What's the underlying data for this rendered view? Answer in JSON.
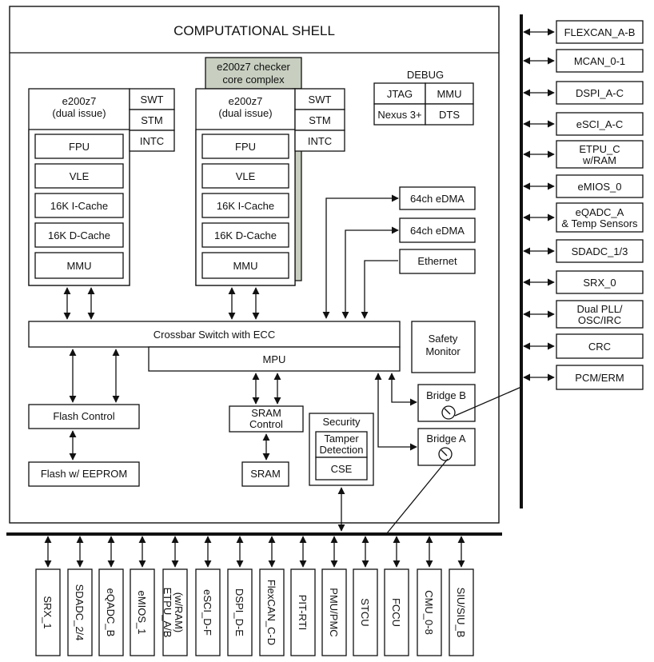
{
  "shell": {
    "title": "COMPUTATIONAL SHELL"
  },
  "checker": {
    "line1": "e200z7 checker",
    "line2": "core complex"
  },
  "core1": {
    "title1": "e200z7",
    "title2": "(dual issue)",
    "blocks": [
      "FPU",
      "VLE",
      "16K I-Cache",
      "16K D-Cache",
      "MMU"
    ],
    "side": [
      "SWT",
      "STM",
      "INTC"
    ]
  },
  "core2": {
    "title1": "e200z7",
    "title2": "(dual issue)",
    "blocks": [
      "FPU",
      "VLE",
      "16K I-Cache",
      "16K D-Cache",
      "MMU"
    ],
    "side": [
      "SWT",
      "STM",
      "INTC"
    ]
  },
  "debug": {
    "title": "DEBUG",
    "cells": [
      "JTAG",
      "MMU",
      "Nexus 3+",
      "DTS"
    ]
  },
  "dma": [
    "64ch eDMA",
    "64ch eDMA",
    "Ethernet"
  ],
  "crossbar": "Crossbar Switch with ECC",
  "mpu": "MPU",
  "safety": {
    "line1": "Safety",
    "line2": "Monitor"
  },
  "bridge_b": "Bridge B",
  "bridge_a": "Bridge A",
  "flash_control": "Flash Control",
  "flash_eeprom": "Flash w/ EEPROM",
  "sram_control": {
    "line1": "SRAM",
    "line2": "Control"
  },
  "sram": "SRAM",
  "security": {
    "title": "Security",
    "tamper1": "Tamper",
    "tamper2": "Detection",
    "cse": "CSE"
  },
  "right_periph": [
    [
      "FLEXCAN_A-B"
    ],
    [
      "MCAN_0-1"
    ],
    [
      "DSPI_A-C"
    ],
    [
      "eSCI_A-C"
    ],
    [
      "ETPU_C",
      "w/RAM"
    ],
    [
      "eMIOS_0"
    ],
    [
      "eQADC_A",
      "& Temp Sensors"
    ],
    [
      "SDADC_1/3"
    ],
    [
      "SRX_0"
    ],
    [
      "Dual PLL/",
      "OSC/IRC"
    ],
    [
      "CRC"
    ],
    [
      "PCM/ERM"
    ]
  ],
  "bottom_periph": [
    [
      "SRX_1"
    ],
    [
      "SDADC_2/4"
    ],
    [
      "eQADC_B"
    ],
    [
      "eMIOS_1"
    ],
    [
      "ETPU_A/B",
      "(w/RAM)"
    ],
    [
      "eSCI_D-F"
    ],
    [
      "DSPI_D-E"
    ],
    [
      "FlexCAN_C-D"
    ],
    [
      "PIT-RTI"
    ],
    [
      "PMU/PMC"
    ],
    [
      "STCU"
    ],
    [
      "FCCU"
    ],
    [
      "CMU_0-8"
    ],
    [
      "SIU/SIU_B"
    ]
  ]
}
